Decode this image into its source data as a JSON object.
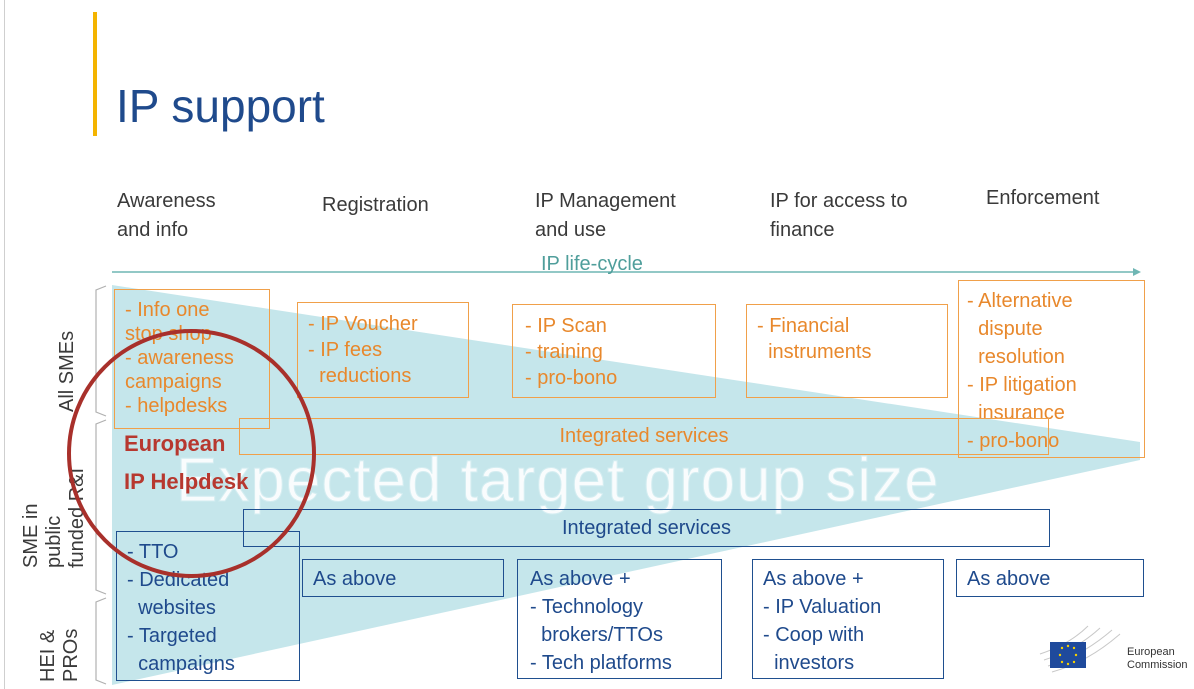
{
  "title": "IP support",
  "columns": [
    "Awareness\nand info",
    "Registration",
    "IP Management\nand use",
    "IP for access to\nfinance",
    "Enforcement"
  ],
  "lifecycle_label": "IP life-cycle",
  "rows": [
    "All SMEs",
    "SME in\npublic\nfunded R&I",
    "HEI &\nPROs"
  ],
  "sme_boxes": [
    "- Info one\nstop shop\n- awareness\ncampaigns\n- helpdesks",
    "- IP Voucher\n- IP fees\n  reductions",
    "- IP Scan\n- training\n- pro-bono",
    "- Financial\n  instruments",
    "- Alternative\n  dispute\n  resolution\n- IP litigation\n  insurance\n- pro-bono"
  ],
  "integrated_orange": "Integrated services",
  "integrated_blue": "Integrated services",
  "watermark": "Expected target group size",
  "hei_boxes": [
    "- TTO\n- Dedicated\n  websites\n- Targeted\n  campaigns",
    "As above",
    "As above +\n- Technology\n  brokers/TTOs\n- Tech platforms",
    "As above +\n- IP Valuation\n- Coop with\n  investors",
    "As above"
  ],
  "helpdesk_label": "European\nIP Helpdesk",
  "logo_text": "European\nCommission",
  "colors": {
    "title_blue": "#1f4a8c",
    "accent_yellow": "#f4b400",
    "orange": "#e8882c",
    "blue": "#1f4a8c",
    "teal_triangle": "#b9e0e6",
    "circle_red": "#a8302b",
    "helpdesk_text": "#b7382f"
  }
}
